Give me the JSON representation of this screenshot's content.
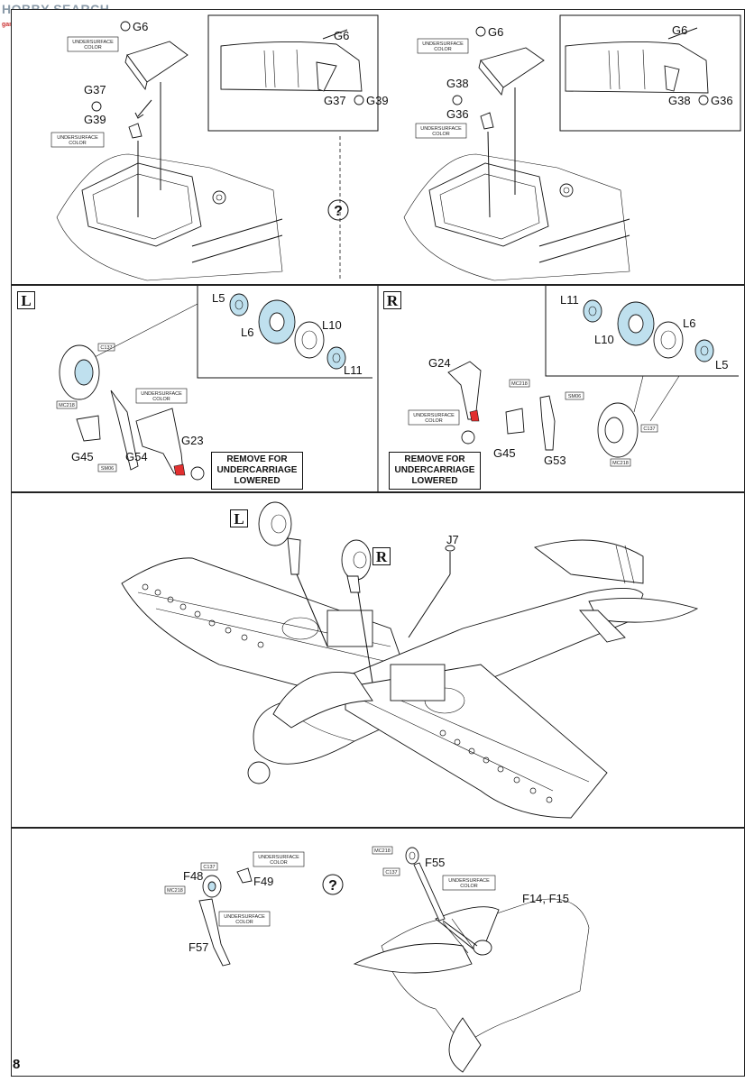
{
  "watermark": {
    "text": "HOBBY SEARCH",
    "sub": "gan-shou.com"
  },
  "page_number": "8",
  "labels": {
    "undersurface": [
      "UNDERSURFACE",
      "COLOR"
    ],
    "remove_note": [
      "REMOVE FOR",
      "UNDERCARRIAGE",
      "LOWERED"
    ],
    "option_mark": "?",
    "left": "L",
    "right": "R"
  },
  "step1": {
    "a": {
      "top": "G6",
      "parts": [
        "G37",
        "G39"
      ],
      "detail_top": "G6",
      "detail_parts": [
        "G37",
        "G39"
      ]
    },
    "b": {
      "top": "G6",
      "parts": [
        "G38",
        "G36"
      ],
      "detail_top": "G6",
      "detail_parts": [
        "G38",
        "G36"
      ]
    }
  },
  "step2": {
    "left": {
      "wheel_parts": [
        "L5",
        "L6",
        "L10",
        "L11"
      ],
      "leg_parts": [
        "G45",
        "G54",
        "G23"
      ],
      "color_codes": [
        "C137",
        "MC218",
        "SM06"
      ]
    },
    "right": {
      "wheel_parts": [
        "L11",
        "L10",
        "L6",
        "L5"
      ],
      "leg_parts": [
        "G24",
        "G45",
        "G53"
      ],
      "color_codes": [
        "MC218",
        "SM06",
        "C137",
        "MC218"
      ]
    }
  },
  "step3": {
    "part": "J7"
  },
  "step4": {
    "left": {
      "parts": [
        "F48",
        "F49",
        "F57"
      ],
      "color_codes": [
        "C137",
        "MC218"
      ]
    },
    "right": {
      "parts": [
        "F55",
        "F14, F15"
      ],
      "color_codes": [
        "MC218",
        "C137"
      ]
    }
  },
  "colors": {
    "highlight_blue": "#bfe0ee",
    "highlight_red": "#e23030"
  }
}
